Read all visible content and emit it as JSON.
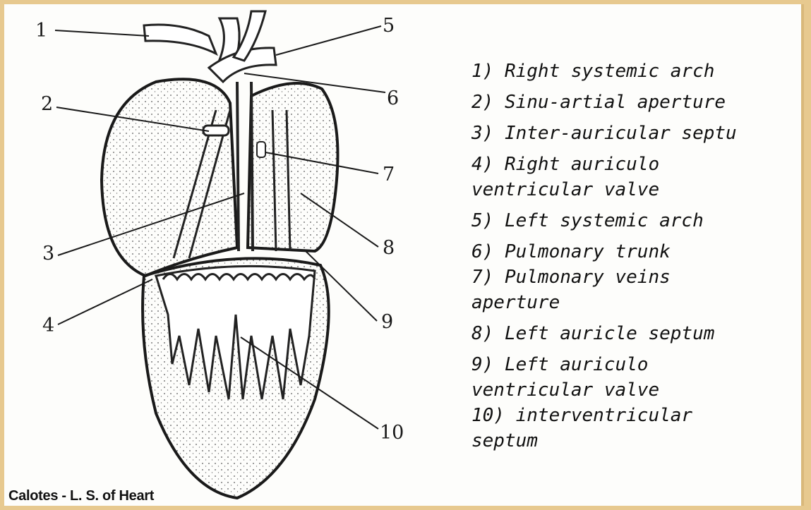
{
  "caption": "Calotes - L. S. of Heart",
  "numbers": [
    "1",
    "2",
    "3",
    "4",
    "5",
    "6",
    "7",
    "8",
    "9",
    "10"
  ],
  "legend": [
    {
      "line1": "1) Right systemic arch",
      "line2": ""
    },
    {
      "line1": "2) Sinu-artial aperture",
      "line2": ""
    },
    {
      "line1": "3) Inter-auricular septu",
      "line2": ""
    },
    {
      "line1": "4) Right auriculo",
      "line2": "ventricular valve"
    },
    {
      "line1": "5) Left systemic arch",
      "line2": ""
    },
    {
      "line1": "6) Pulmonary trunk",
      "line2": ""
    },
    {
      "line1": "7) Pulmonary veins",
      "line2": "aperture"
    },
    {
      "line1": "8) Left auricle septum",
      "line2": ""
    },
    {
      "line1": "9) Left auriculo",
      "line2": "ventricular valve"
    },
    {
      "line1": "10) interventricular",
      "line2": "septum"
    }
  ]
}
